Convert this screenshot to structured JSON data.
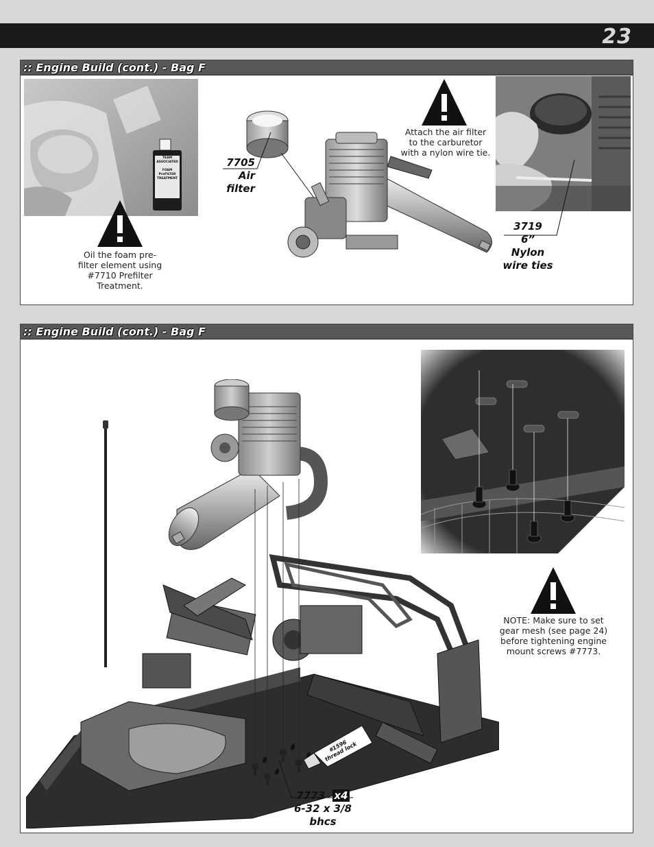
{
  "page": {
    "number": "23"
  },
  "sections": [
    {
      "title": ":: Engine Build (cont.) - Bag F",
      "photo_bottle": {
        "label_line1": "TEAM ASSOCIATED",
        "label_line2": "FOAM",
        "label_line3": "PreFILTER",
        "label_line4": "TREATMENT"
      },
      "warning_left": {
        "lines": [
          "Oil the foam pre-",
          "filter element using",
          "#7710 Prefilter",
          "Treatment."
        ]
      },
      "part_air_filter": {
        "number": "7705",
        "line2": "Air",
        "line3": "filter"
      },
      "warning_right": {
        "lines": [
          "Attach the air filter",
          "to the carburetor",
          "with a nylon wire tie."
        ]
      },
      "part_wire_ties": {
        "number": "3719",
        "line2": "6”",
        "line3": "Nylon",
        "line4": "wire ties"
      }
    },
    {
      "title": ":: Engine Build (cont.) - Bag F",
      "note": {
        "lines": [
          "NOTE:  Make sure to set",
          "gear mesh (see page 24)",
          "before tightening engine",
          "mount screws #7773."
        ]
      },
      "thread_lock": {
        "line1": "#1596",
        "line2": "thread lock"
      },
      "part_screws": {
        "number": "7773",
        "qty": "x4",
        "line2": "6-32 x 3/8",
        "line3": "bhcs"
      }
    }
  ]
}
